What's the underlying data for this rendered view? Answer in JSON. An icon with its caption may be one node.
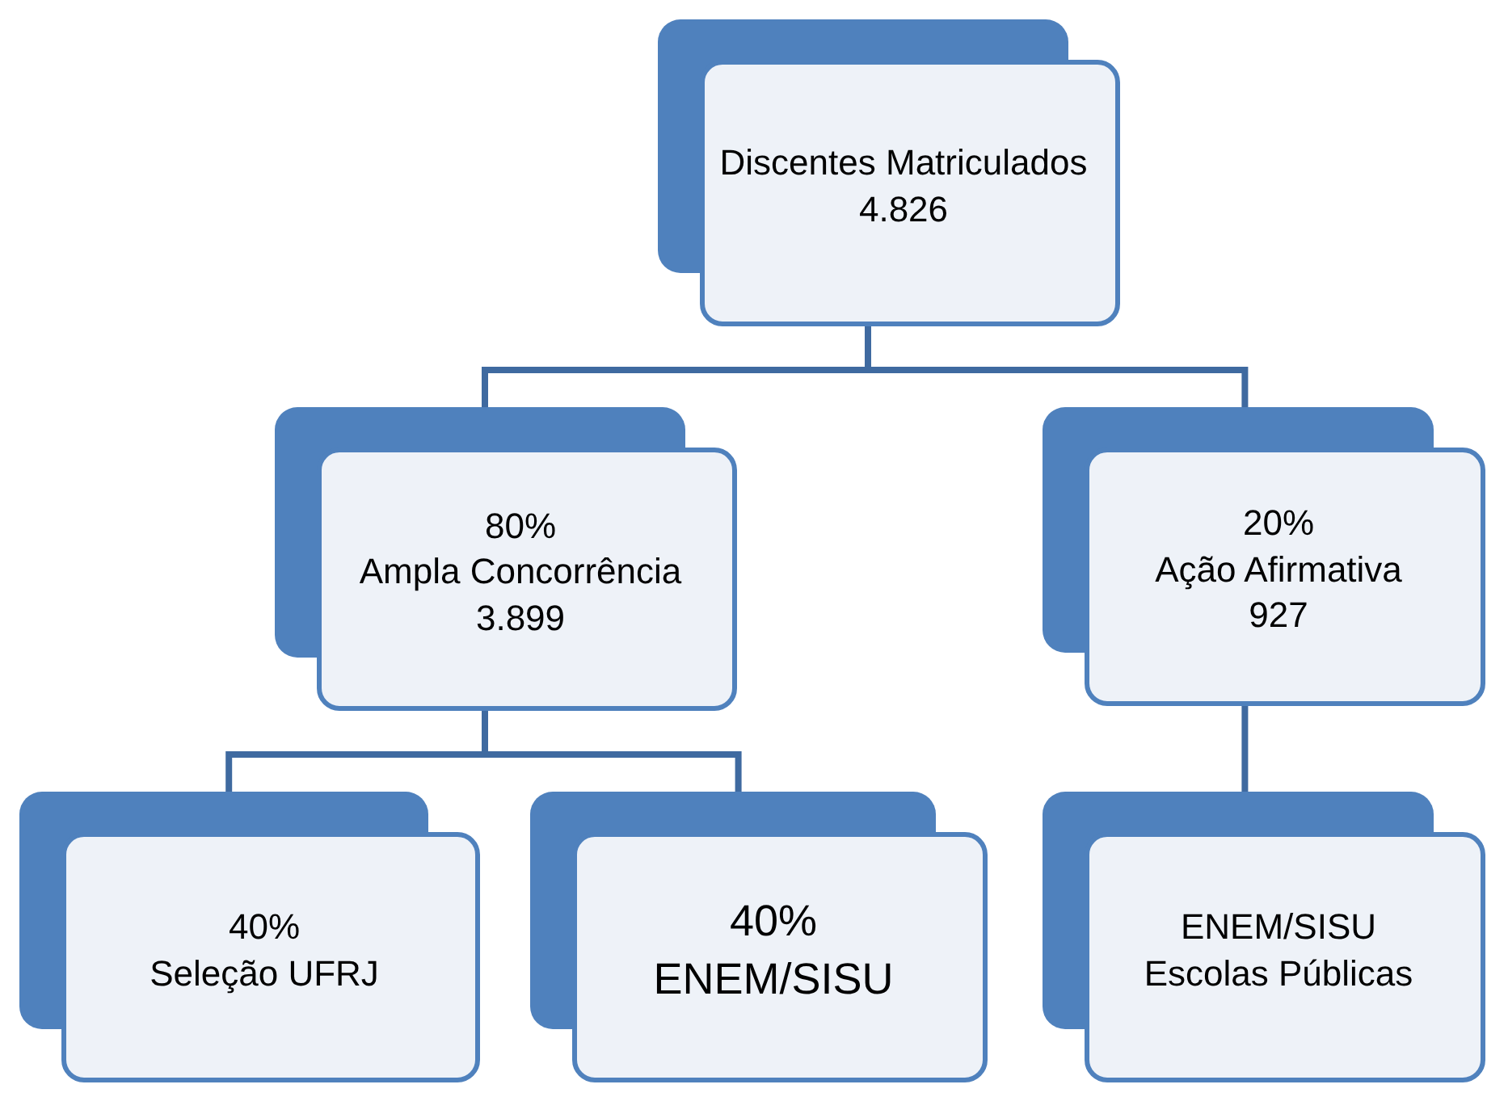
{
  "diagram": {
    "nodes": [
      {
        "text": [
          "Discentes Matriculados",
          "4.826"
        ]
      },
      {
        "text": [
          "80%",
          "Ampla Concorrência",
          "3.899"
        ]
      },
      {
        "text": [
          "20%",
          "Ação Afirmativa",
          "927"
        ]
      },
      {
        "text": [
          "40%",
          "Seleção UFRJ"
        ]
      },
      {
        "text": [
          "40%",
          "ENEM/SISU"
        ]
      },
      {
        "text": [
          "ENEM/SISU",
          "Escolas Públicas"
        ]
      }
    ],
    "edges": [
      {
        "from": 0,
        "to": 1,
        "arrow": "none"
      },
      {
        "from": 0,
        "to": 2,
        "arrow": "none"
      },
      {
        "from": 1,
        "to": 3,
        "arrow": "none"
      },
      {
        "from": 1,
        "to": 4,
        "arrow": "none"
      },
      {
        "from": 2,
        "to": 5,
        "arrow": "none"
      }
    ]
  }
}
